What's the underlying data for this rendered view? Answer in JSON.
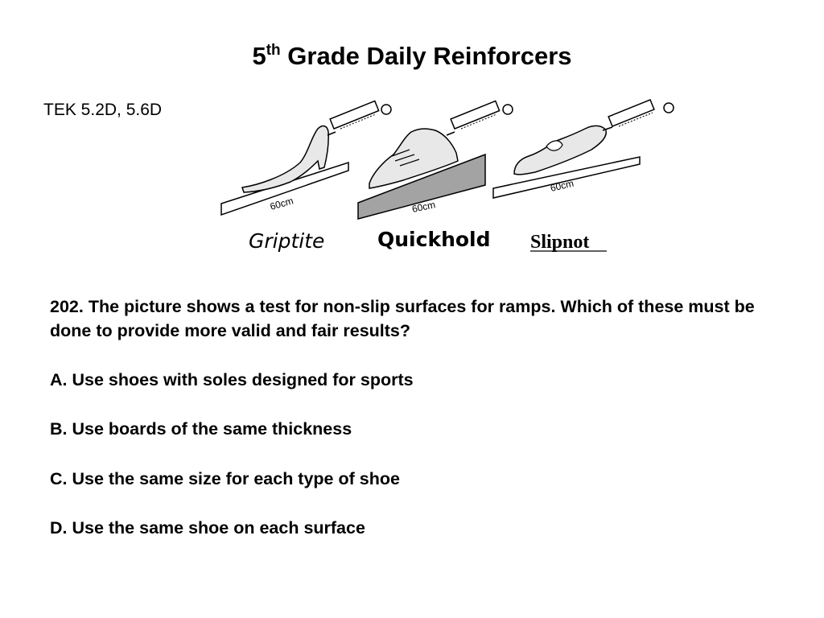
{
  "title": {
    "number": "5",
    "suffix": "th",
    "text": "Grade Daily Reinforcers"
  },
  "tek": "TEK 5.2D, 5.6D",
  "figure": {
    "ramps": [
      {
        "name": "Griptite",
        "length_label": "60cm",
        "shoe": "high-heel-shoe",
        "surface": "white"
      },
      {
        "name": "Quickhold",
        "length_label": "60cm",
        "shoe": "sneaker",
        "surface": "gray"
      },
      {
        "name": "Slipnot",
        "length_label": "60cm",
        "shoe": "loafer",
        "surface": "white"
      }
    ],
    "colors": {
      "gray_ramp": "#a3a3a3",
      "shoe_fill": "#e8e8e8"
    }
  },
  "question": "202. The picture shows a test for non-slip surfaces for ramps. Which of these must be done to provide more valid and fair results?",
  "choices": {
    "a": "A. Use shoes with soles designed for sports",
    "b": "B. Use boards of the same thickness",
    "c": "C. Use the same size for each type of shoe",
    "d": "D. Use the same shoe on each surface"
  }
}
